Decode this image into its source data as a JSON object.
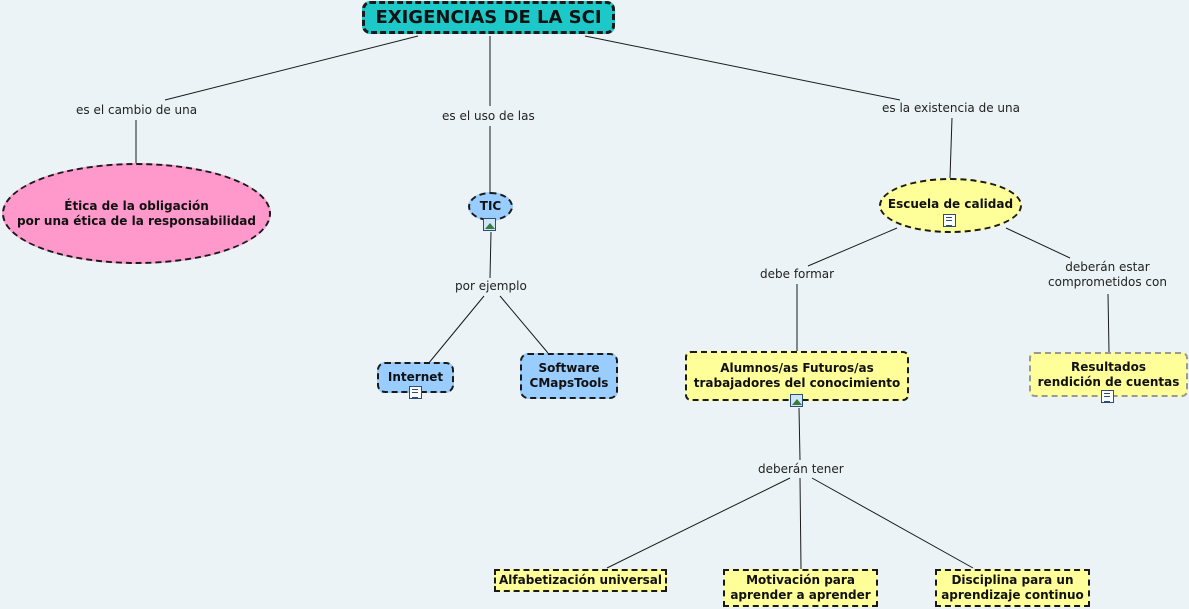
{
  "root": {
    "title": "EXIGENCIAS DE LA SCI"
  },
  "links": {
    "cambio": "es el cambio de una",
    "uso": "es el uso de las",
    "existencia": "es la existencia de una",
    "ejemplo": "por ejemplo",
    "formar": "debe formar",
    "comprometidos": "deberán estar\ncomprometidos con",
    "tener": "deberán tener"
  },
  "nodes": {
    "etica": "Ética de la obligación\npor una ética de la responsabilidad",
    "tic": "TIC",
    "internet": "Internet",
    "software": "Software\nCMapsTools",
    "escuela": "Escuela de calidad",
    "alumnos": "Alumnos/as Futuros/as\ntrabajadores del conocimiento",
    "resultados": "Resultados\nrendición de cuentas",
    "alfabetizacion": "Alfabetización universal",
    "motivacion": "Motivación para\naprender a aprender",
    "disciplina": "Disciplina para un\naprendizaje continuo"
  },
  "colors": {
    "root": "#1cc8c8",
    "pink": "#ff99cc",
    "blue": "#99ccff",
    "yellow": "#ffff99",
    "background": "#ebf3f6"
  },
  "icons": {
    "tic": "image-icon",
    "internet": "document-icon",
    "escuela": "document-icon",
    "alumnos": "image-icon",
    "resultados": "document-icon"
  }
}
